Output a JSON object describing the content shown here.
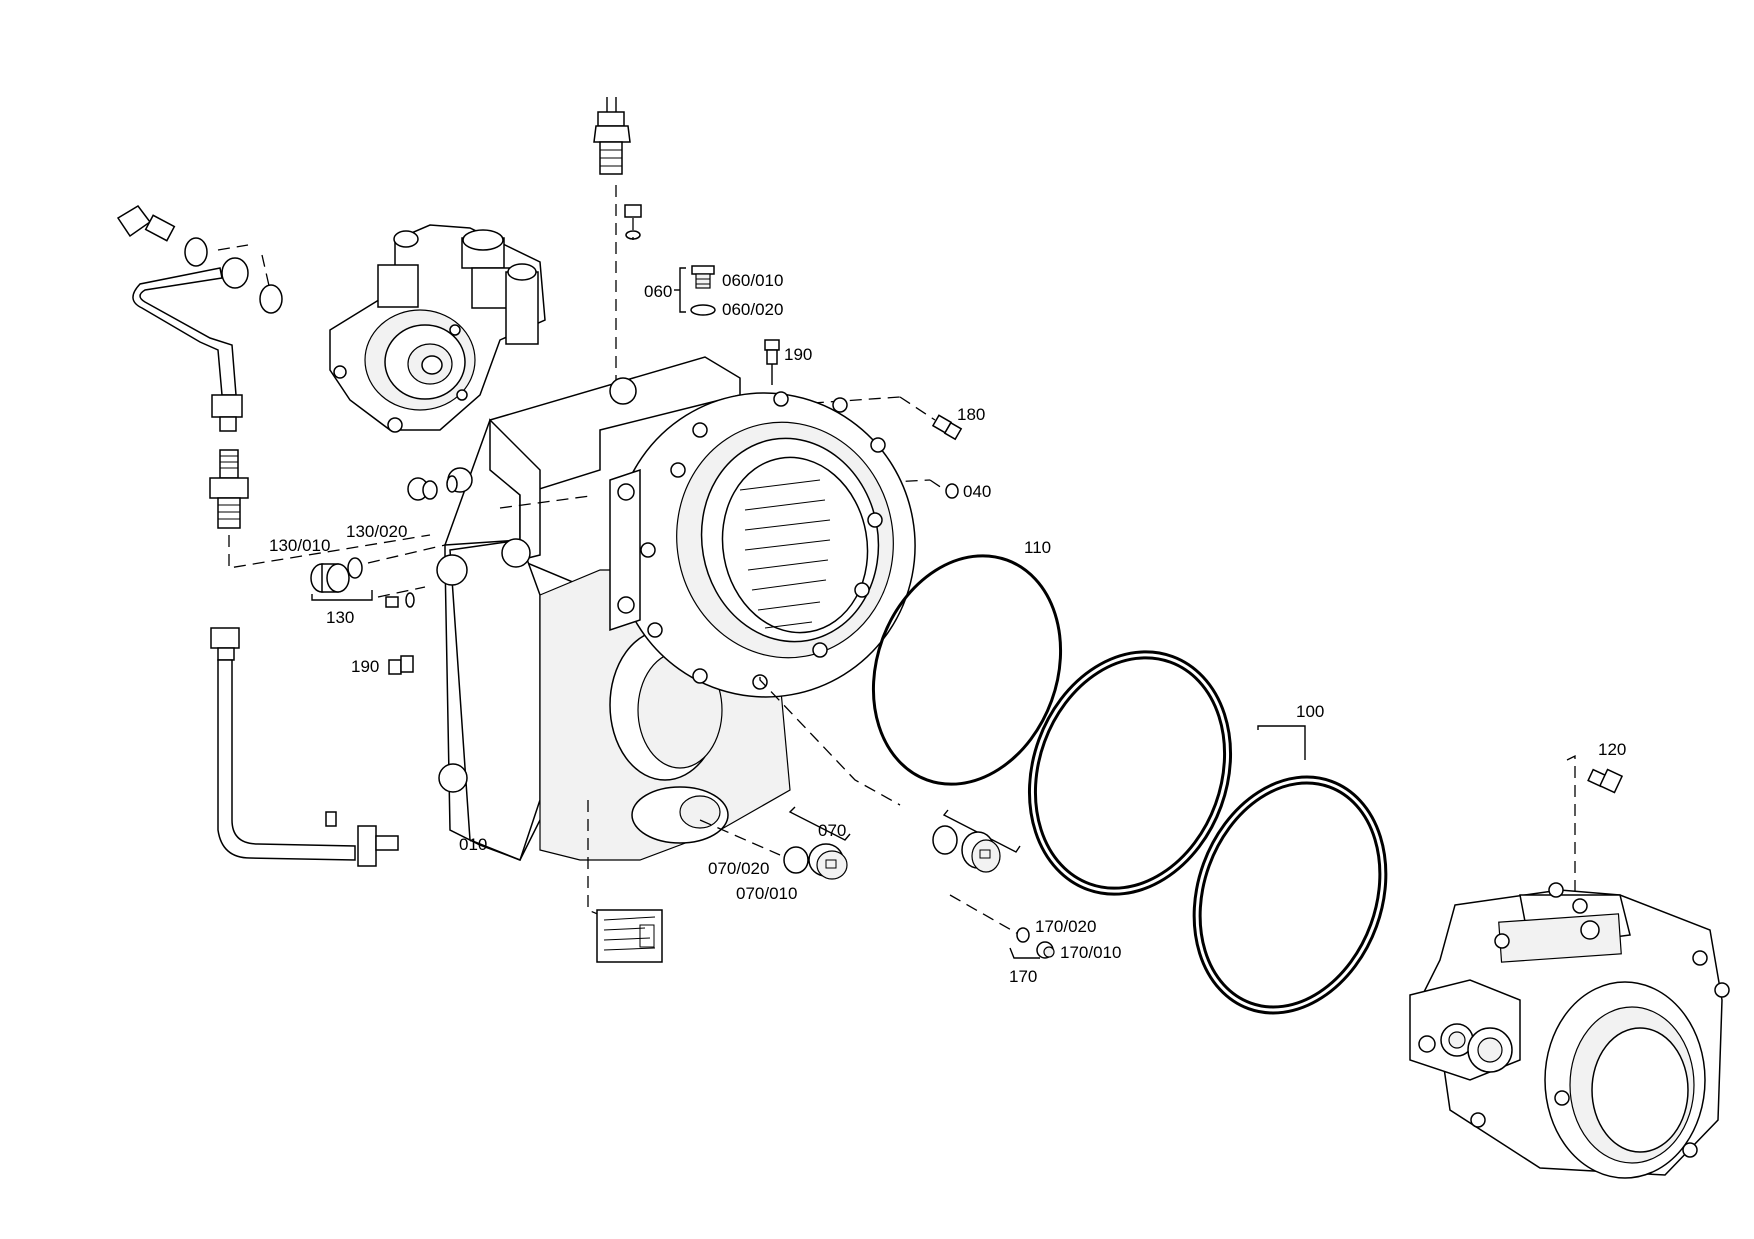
{
  "labels": {
    "l010": "010",
    "l040": "040",
    "l060": "060",
    "l060_010": "060/010",
    "l060_020": "060/020",
    "l070": "070",
    "l070_010": "070/010",
    "l070_020": "070/020",
    "l100": "100",
    "l110": "110",
    "l120": "120",
    "l130": "130",
    "l130_010": "130/010",
    "l130_020": "130/020",
    "l170": "170",
    "l170_010": "170/010",
    "l170_020": "170/020",
    "l180": "180",
    "l190_top": "190",
    "l190_left": "190"
  }
}
